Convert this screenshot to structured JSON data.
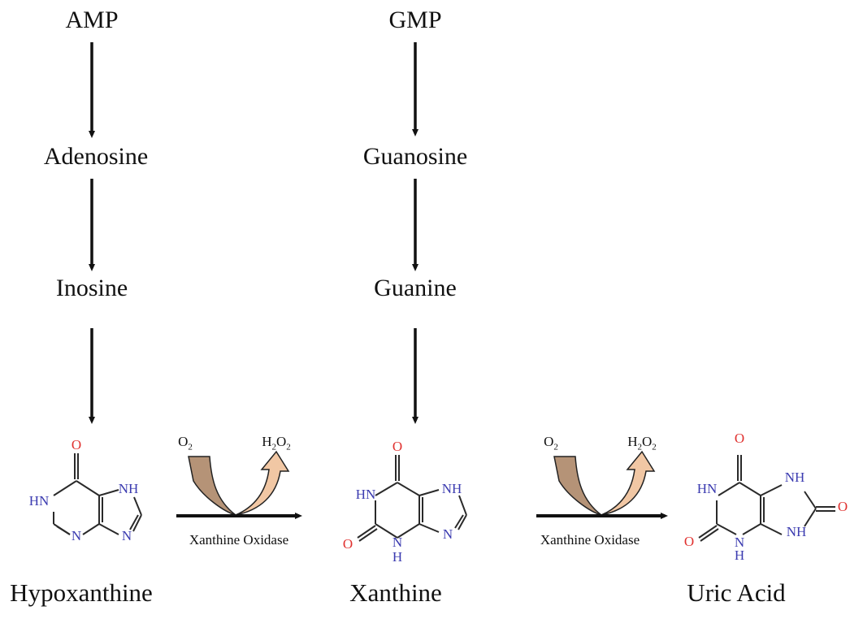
{
  "colors": {
    "arrow": "#111111",
    "nitrogen": "#3b3bb0",
    "oxygen": "#e0312f",
    "bond": "#2a2a2a",
    "curl_dark": "#b59377",
    "curl_light": "#f1c7a4"
  },
  "left_column": {
    "top": "AMP",
    "second": "Adenosine",
    "third": "Inosine"
  },
  "middle_column": {
    "top": "GMP",
    "second": "Guanosine",
    "third": "Guanine"
  },
  "molecules": {
    "hypoxanthine": {
      "name": "Hypoxanthine",
      "atoms": [
        "O",
        "HN",
        "NH",
        "N",
        "N"
      ]
    },
    "xanthine": {
      "name": "Xanthine",
      "atoms": [
        "O",
        "HN",
        "NH",
        "O",
        "N",
        "H",
        "N"
      ]
    },
    "uric_acid": {
      "name": "Uric Acid",
      "atoms": [
        "O",
        "HN",
        "NH",
        "O",
        "O",
        "N",
        "H",
        "NH"
      ]
    }
  },
  "reactions": [
    {
      "enzyme": "Xanthine Oxidase",
      "reactant": "O",
      "reactant_sub": "2",
      "product_h": "H",
      "product_h_sub": "2",
      "product_o": "O",
      "product_o_sub": "2"
    },
    {
      "enzyme": "Xanthine Oxidase",
      "reactant": "O",
      "reactant_sub": "2",
      "product_h": "H",
      "product_h_sub": "2",
      "product_o": "O",
      "product_o_sub": "2"
    }
  ]
}
